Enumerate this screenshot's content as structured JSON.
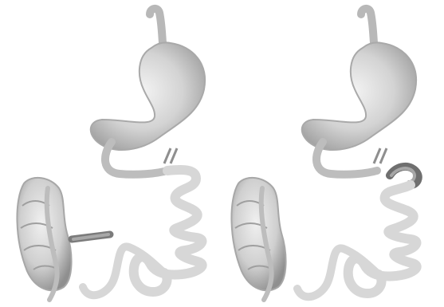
{
  "figure": {
    "panels": [
      {
        "id": "left",
        "elements": [
          "stomach",
          "duodenum",
          "small-intestine-loops",
          "colon",
          "bypass-segment"
        ]
      },
      {
        "id": "right",
        "elements": [
          "stomach",
          "duodenum",
          "small-intestine-loops",
          "colon",
          "bypass-segment"
        ]
      }
    ],
    "colors": {
      "background": "#ffffff",
      "organ_light": "#d9d9d9",
      "organ_mid": "#bdbdbd",
      "organ_dark": "#8f8f8f",
      "segment_dark": "#6f6f6f",
      "outline": "#9a9a9a"
    }
  }
}
